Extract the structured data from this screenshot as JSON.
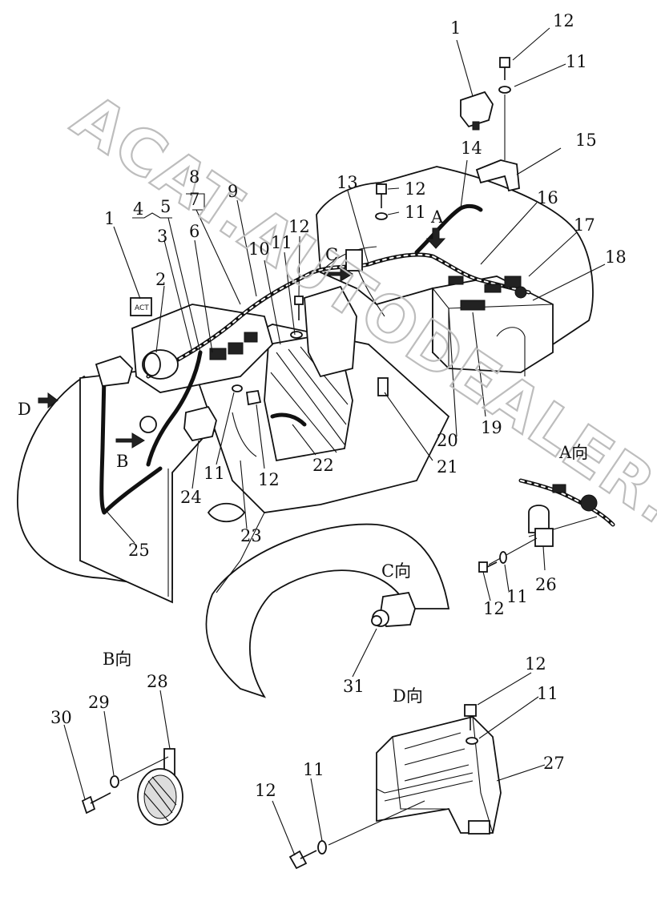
{
  "watermark": "ACAT.AUTODEALER.RU",
  "views": {
    "a": "A向",
    "b": "B向",
    "c": "C向",
    "d": "D向"
  },
  "arrows": {
    "a": "A",
    "b": "B",
    "c": "C",
    "d": "D"
  },
  "labels": {
    "n1_top": "1",
    "n12_top": "12",
    "n11_top": "11",
    "n14": "14",
    "n15": "15",
    "n8": "8",
    "n7": "7",
    "n9": "9",
    "n13": "13",
    "n12_mid": "12",
    "n11_mid": "11",
    "n16": "16",
    "n17": "17",
    "n18": "18",
    "n4": "4",
    "n5": "5",
    "n3": "3",
    "n6": "6",
    "n1_left": "1",
    "n2": "2",
    "n10": "10",
    "n11_c": "11",
    "n12_c": "12",
    "n19": "19",
    "n20": "20",
    "n21": "21",
    "n22": "22",
    "n11_low": "11",
    "n12_low": "12",
    "n24": "24",
    "n23": "23",
    "n25": "25",
    "n26": "26",
    "n11_a": "11",
    "n12_a": "12",
    "n31": "31",
    "n28": "28",
    "n29": "29",
    "n30": "30",
    "n12_d": "12",
    "n11_d": "11",
    "n27": "27",
    "n11_d2": "11",
    "n12_d2": "12"
  }
}
